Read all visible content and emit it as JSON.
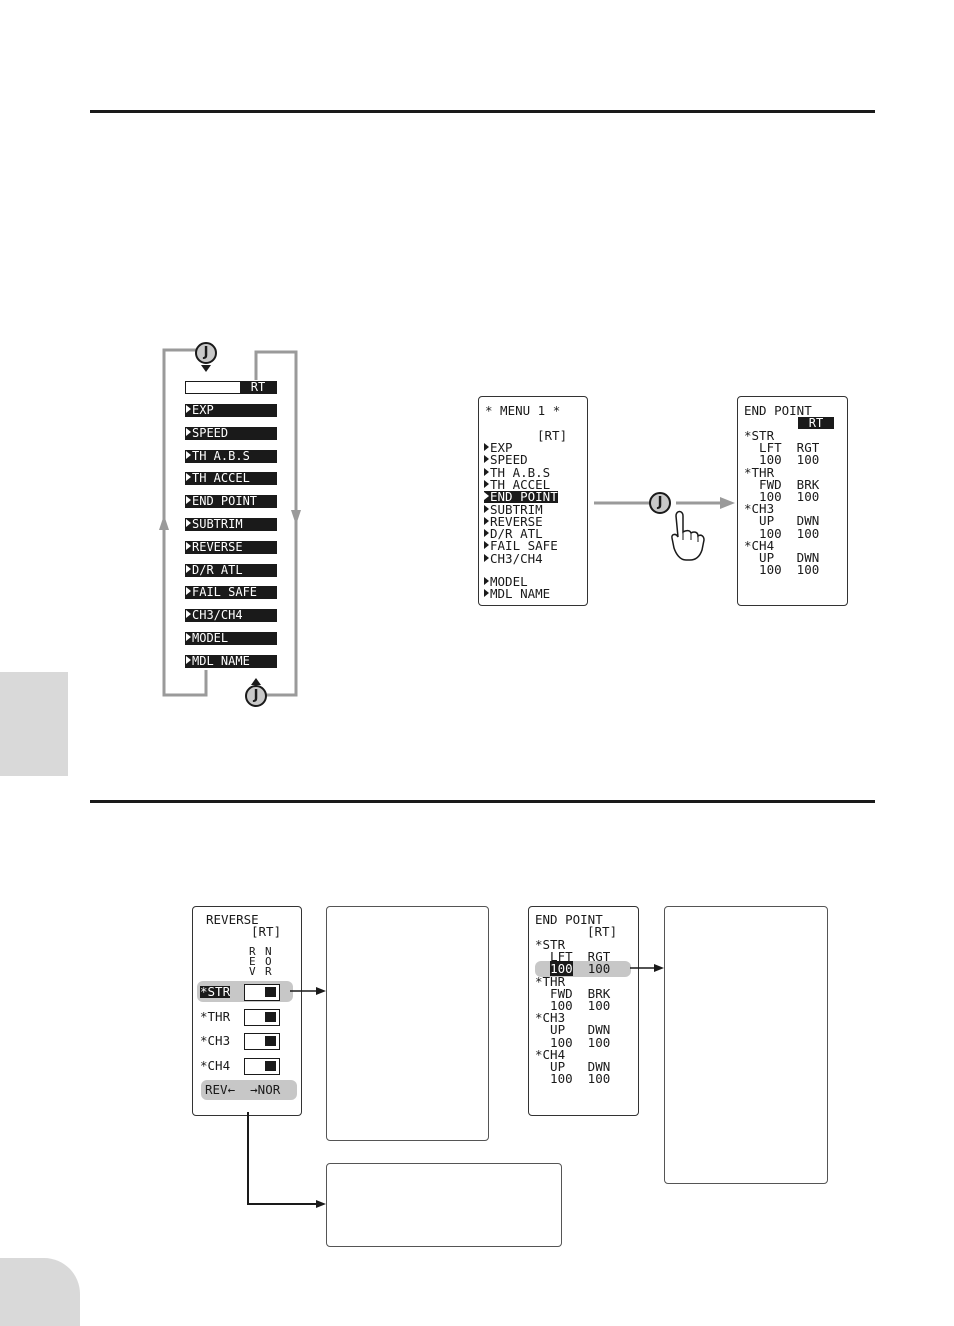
{
  "menu_strip": {
    "header_model": "RT",
    "items": [
      "EXP",
      "SPEED",
      "TH A.B.S",
      "TH ACCEL",
      "END POINT",
      "SUBTRIM",
      "REVERSE",
      "D/R ATL",
      "FAIL SAFE",
      "CH3/CH4",
      "MODEL",
      "MDL NAME"
    ],
    "jog_label": "J"
  },
  "menu1_screen": {
    "title": "* MENU 1 *",
    "model": "[RT]",
    "items": [
      "EXP",
      "SPEED",
      "TH A.B.S",
      "TH ACCEL",
      "END POINT",
      "SUBTRIM",
      "REVERSE",
      "D/R ATL",
      "FAIL SAFE",
      "CH3/CH4"
    ],
    "items2": [
      "MODEL",
      "MDL NAME"
    ]
  },
  "endpoint_screen_top": {
    "title": "END POINT",
    "model": "RT",
    "lines": [
      "*STR",
      "  LFT  RGT",
      "  100  100",
      "*THR",
      "  FWD  BRK",
      "  100  100",
      "*CH3",
      "  UP   DWN",
      "  100  100",
      "*CH4",
      "  UP   DWN",
      "  100  100"
    ]
  },
  "reverse_screen": {
    "title": "REVERSE",
    "model": "[RT]",
    "col_rev": "REV",
    "col_nor": "NOR",
    "channels": [
      "*STR",
      "*THR",
      "*CH3",
      "*CH4"
    ],
    "footer": "REV←  →NOR"
  },
  "endpoint_screen_bottom": {
    "title": "END POINT",
    "model": "[RT]",
    "lines": [
      "*STR",
      "  LFT  RGT",
      "  100  100",
      "*THR",
      "  FWD  BRK",
      "  100  100",
      "*CH3",
      "  UP   DWN",
      "  100  100",
      "*CH4",
      "  UP   DWN",
      "  100  100"
    ]
  },
  "colors": {
    "ink": "#1a1a1a",
    "gray": "#9a9a9a",
    "panel": "#d9d9d9"
  }
}
